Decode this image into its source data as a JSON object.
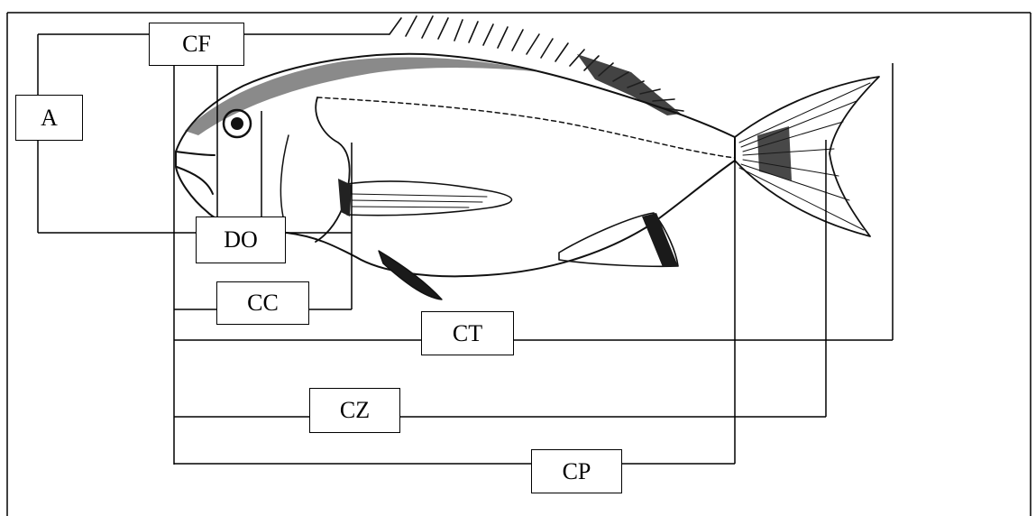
{
  "diagram": {
    "subject": "fish-measurement-diagram",
    "labels": {
      "a": "A",
      "cf": "CF",
      "do": "DO",
      "cc": "CC",
      "ct": "CT",
      "cz": "CZ",
      "cp": "CP"
    }
  }
}
